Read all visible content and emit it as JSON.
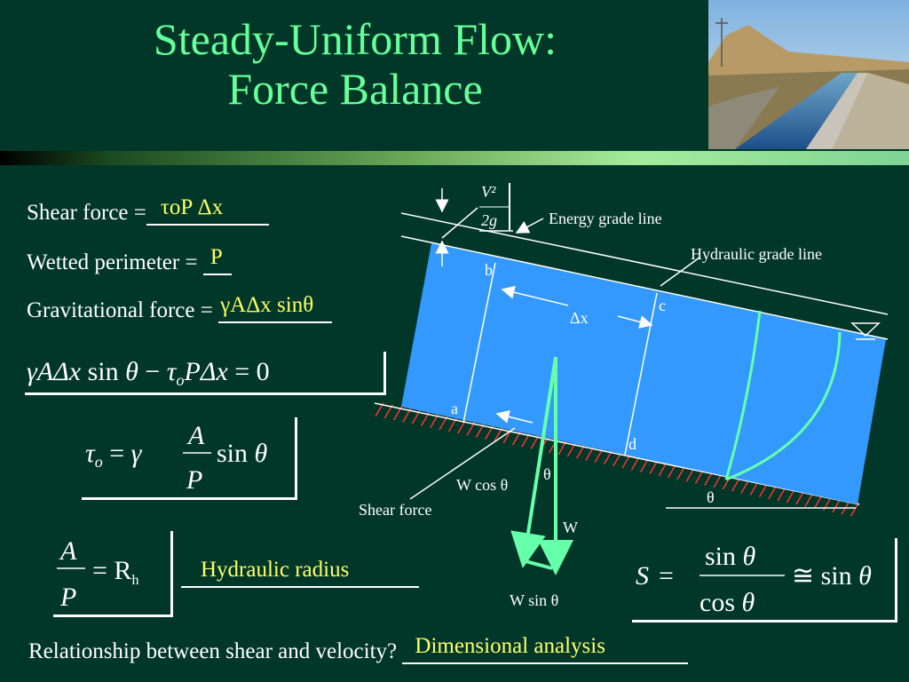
{
  "slide": {
    "title_line1": "Steady-Uniform Flow:",
    "title_line2": "Force Balance"
  },
  "left": {
    "shear_force_label": "Shear force =",
    "shear_force_answer": "τoP Δx",
    "wetted_perimeter_label": "Wetted perimeter =",
    "wetted_perimeter_answer": "P",
    "gravitational_force_label": "Gravitational force =",
    "gravitational_force_answer": "γAΔx sinθ",
    "hydraulic_radius_answer": "Hydraulic radius"
  },
  "equations": {
    "balance": "γAΔx sin θ − τoPΔx = 0",
    "tau": "τo = γ (A/P) sin θ",
    "radius": "A/P = Rh",
    "slope": "S = sin θ / cos θ ≅ sin θ"
  },
  "diagram": {
    "energy_grade_line": "Energy grade line",
    "hydraulic_grade_line": "Hydraulic grade line",
    "velocity_head_num": "V²",
    "velocity_head_den": "2g",
    "delta_x": "Δx",
    "point_a": "a",
    "point_b": "b",
    "point_c": "c",
    "point_d": "d",
    "w_cos": "W cos θ",
    "theta": "θ",
    "theta2": "θ",
    "shear_force": "Shear force",
    "weight": "W",
    "w_sin": "W sin θ"
  },
  "bottom": {
    "question": "Relationship between shear and velocity?",
    "answer": "Dimensional analysis"
  },
  "colors": {
    "background": "#003728",
    "title": "#66ff99",
    "water": "#3399ff",
    "answer": "#ffff66",
    "force_arrow": "#66ffaa"
  }
}
